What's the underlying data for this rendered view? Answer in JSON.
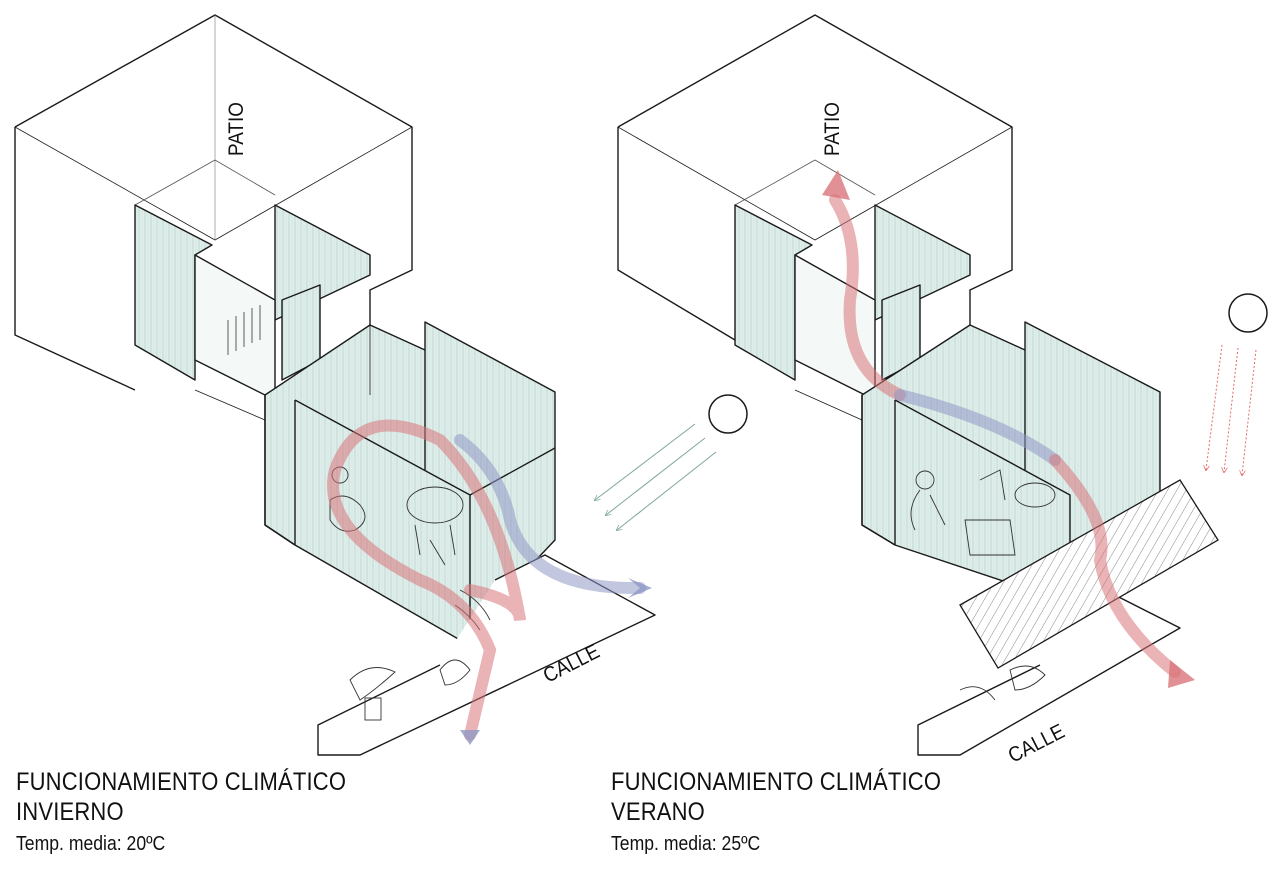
{
  "panels": [
    {
      "id": "invierno",
      "patio_label": "PATIO",
      "street_label": "CALLE",
      "caption_line1": "FUNCIONAMIENTO CLIMÁTICO",
      "caption_line2": "INVIERNO",
      "caption_line3": "Temp. media: 20ºC"
    },
    {
      "id": "verano",
      "patio_label": "PATIO",
      "street_label": "CALLE",
      "caption_line1": "FUNCIONAMIENTO CLIMÁTICO",
      "caption_line2": "VERANO",
      "caption_line3": "Temp. media: 25ºC"
    }
  ],
  "colors": {
    "line": "#1a1a1a",
    "glass": "#d9ebe6",
    "warm_air": "#d9747a",
    "cool_air": "#8f98c4",
    "sun_ray_winter": "#7fa896",
    "sun_ray_summer": "#e06b6b"
  }
}
